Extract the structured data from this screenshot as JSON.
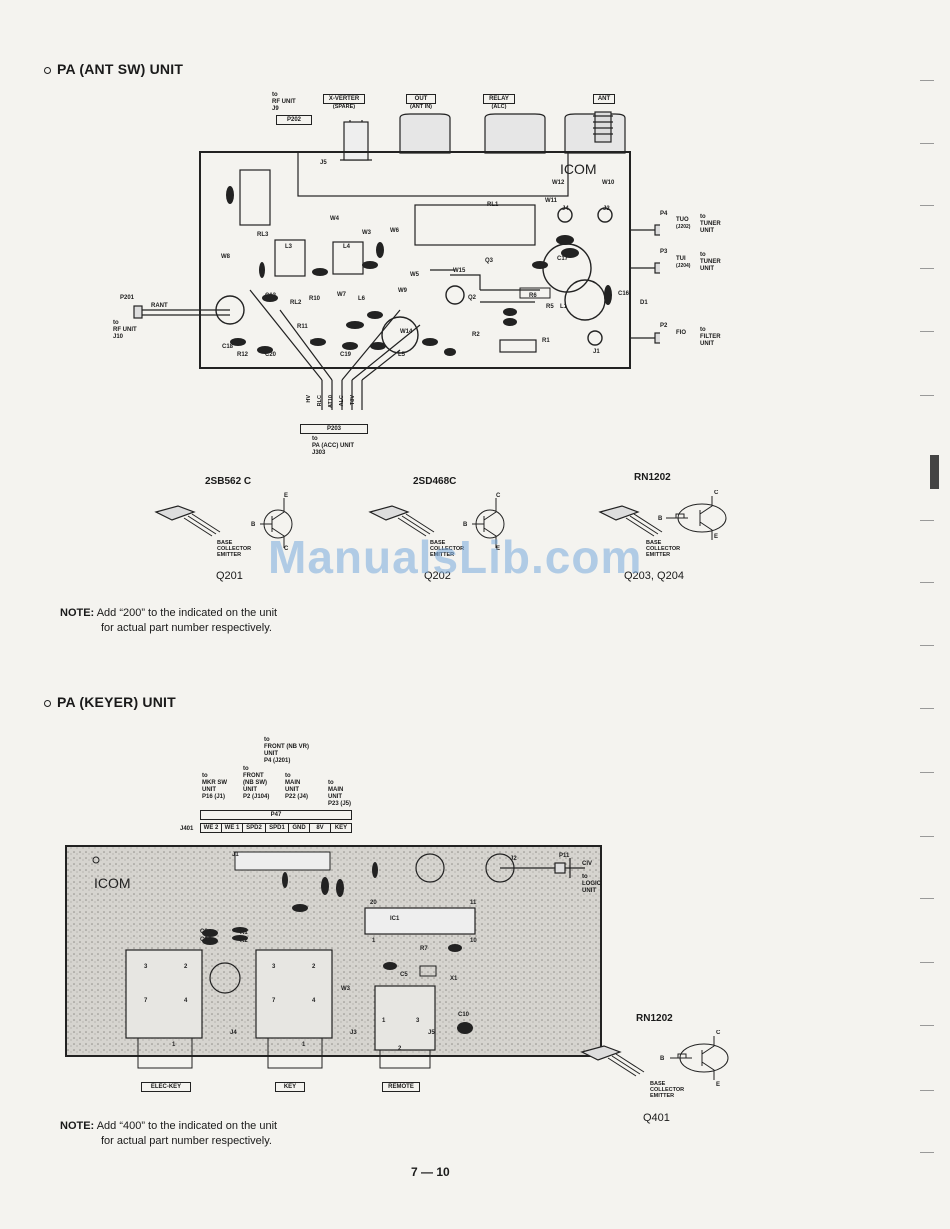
{
  "section1": {
    "title": "PA (ANT SW) UNIT",
    "top_connectors": [
      {
        "label": "X-VERTER",
        "sub": "(SPARE)"
      },
      {
        "label": "OUT",
        "sub": "(ANT IN)"
      },
      {
        "label": "RELAY",
        "sub": "(ALC)"
      },
      {
        "label": "ANT",
        "sub": ""
      }
    ],
    "rf_unit": {
      "to": "to",
      "name": "RF UNIT",
      "jack": "J9",
      "plug": "P202"
    },
    "rant": {
      "plug": "P201",
      "label": "RANT",
      "to": "to",
      "dest": "RF UNIT",
      "jack": "J10"
    },
    "right_conns": [
      {
        "plug": "P4",
        "sig": "TUO",
        "jack": "(J202)",
        "to": "to",
        "dest": "TUNER",
        "dest2": "UNIT"
      },
      {
        "plug": "P3",
        "sig": "TUI",
        "jack": "(J204)",
        "to": "to",
        "dest": "TUNER",
        "dest2": "UNIT"
      },
      {
        "plug": "P2",
        "sig": "FIO",
        "jack": "",
        "to": "to",
        "dest": "FILTER",
        "dest2": "UNIT"
      }
    ],
    "bottom_pins": [
      "HV",
      "RLC",
      "AT10",
      "ALC",
      "T8V"
    ],
    "bottom_plug": {
      "name": "P203",
      "to": "to",
      "dest": "PA (ACC) UNIT",
      "jack": "J303"
    },
    "board_brand": "ICOM",
    "transistors": [
      {
        "type": "2SB562 C",
        "ref": "Q201"
      },
      {
        "type": "2SD468C",
        "ref": "Q202"
      },
      {
        "type": "RN1202",
        "ref": "Q203, Q204"
      }
    ],
    "leg_labels": [
      "BASE",
      "COLLECTOR",
      "EMITTER"
    ],
    "pin_letters": [
      "B",
      "C",
      "E"
    ],
    "note_label": "NOTE:",
    "note_line1": "Add “200” to the indicated on the unit",
    "note_line2": "for actual part number respectively."
  },
  "section2": {
    "title": "PA (KEYER) UNIT",
    "top_notes": [
      {
        "to": "to",
        "lines": [
          "MKR SW",
          "UNIT",
          "P16 (J1)"
        ]
      },
      {
        "to": "to",
        "lines": [
          "FRONT",
          "(NB SW)",
          "UNIT",
          "P2 (J104)"
        ]
      },
      {
        "to": "to",
        "lines": [
          "FRONT (NB VR)",
          "UNIT",
          "P4 (J201)"
        ]
      },
      {
        "to": "to",
        "lines": [
          "MAIN",
          "UNIT",
          "P22 (J4)"
        ]
      },
      {
        "to": "to",
        "lines": [
          "MAIN",
          "UNIT",
          "P23 (J5)"
        ]
      }
    ],
    "plug": "P47",
    "jack": "J401",
    "pins": [
      "WE 2",
      "WE 1",
      "SPD2",
      "SPD1",
      "GND",
      "8V",
      "KEY"
    ],
    "civ": {
      "plug": "P11",
      "sig": "CIV",
      "to": "to",
      "dest": "LOGIC",
      "dest2": "UNIT"
    },
    "board_brand": "ICOM",
    "bottom_boxes": [
      "ELEC-KEY",
      "KEY",
      "REMOTE"
    ],
    "transistor": {
      "type": "RN1202",
      "ref": "Q401"
    },
    "note_label": "NOTE:",
    "note_line1": "Add “400” to the indicated on the unit",
    "note_line2": "for actual part number respectively."
  },
  "page_number": "7 — 10",
  "watermark": "ManualsLib.com"
}
